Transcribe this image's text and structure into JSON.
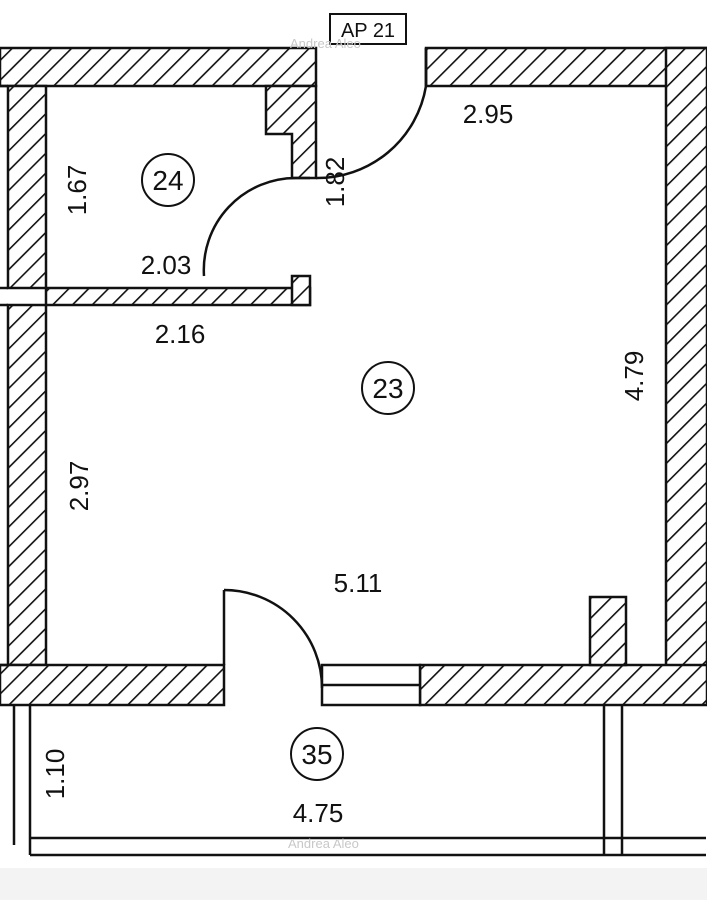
{
  "plan": {
    "apartment_code": "AP 21",
    "watermarks": [
      "Andrea Aleo",
      "Andrea Aleo"
    ],
    "rooms": [
      {
        "number": "24"
      },
      {
        "number": "23"
      },
      {
        "number": "35"
      }
    ],
    "dimensions": {
      "room24_height": "1.67",
      "room24_width": "2.03",
      "entry_width": "1.82",
      "room23_top": "2.95",
      "room23_right": "4.79",
      "room23_left": "2.97",
      "room23_inner_top": "2.16",
      "room23_bottom": "5.11",
      "balcony_height": "1.10",
      "balcony_width": "4.75"
    }
  }
}
